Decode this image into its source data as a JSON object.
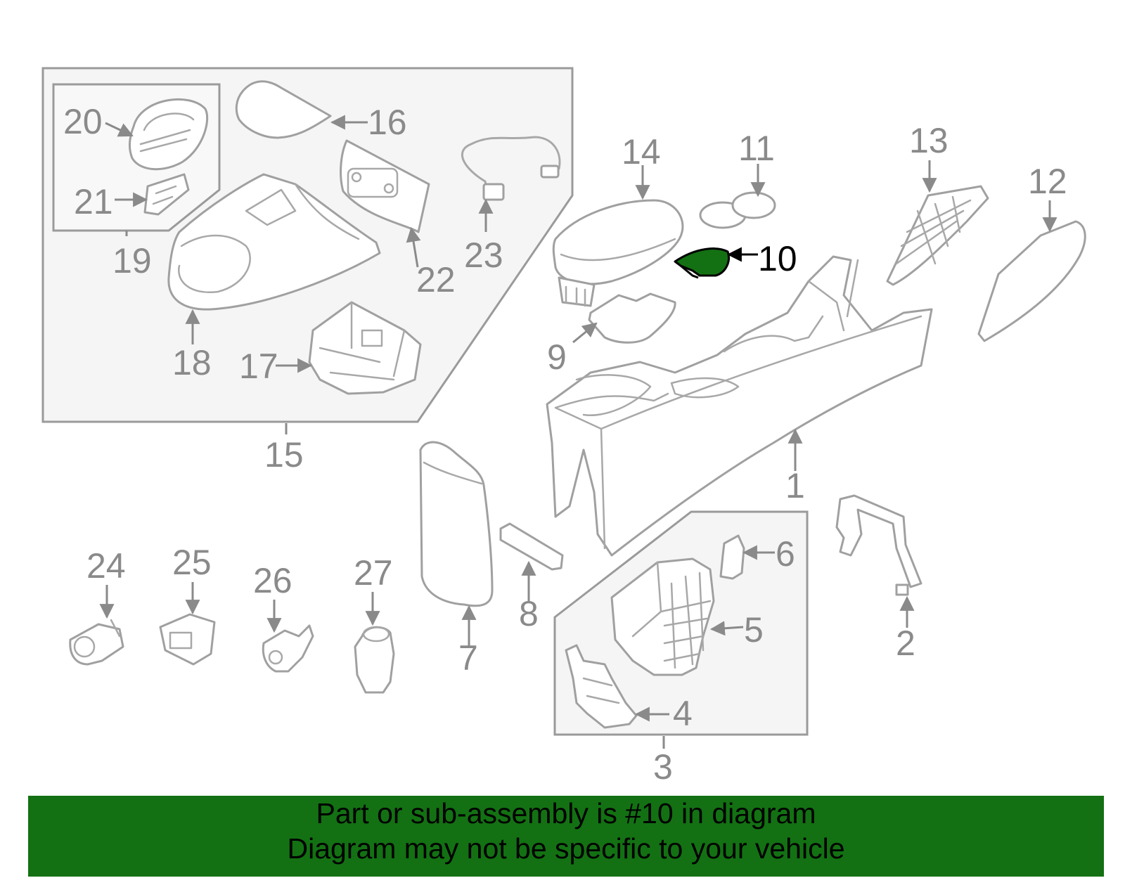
{
  "callouts": {
    "n1": "1",
    "n2": "2",
    "n3": "3",
    "n4": "4",
    "n5": "5",
    "n6": "6",
    "n7": "7",
    "n8": "8",
    "n9": "9",
    "n10": "10",
    "n11": "11",
    "n12": "12",
    "n13": "13",
    "n14": "14",
    "n15": "15",
    "n16": "16",
    "n17": "17",
    "n18": "18",
    "n19": "19",
    "n20": "20",
    "n21": "21",
    "n22": "22",
    "n23": "23",
    "n24": "24",
    "n25": "25",
    "n26": "26",
    "n27": "27"
  },
  "highlighted_part": "10",
  "colors": {
    "highlight": "#137113",
    "banner_background": "#137113",
    "line_gray": "#a0a0a0",
    "panel_fill": "#f5f5f5"
  },
  "banner": {
    "line1": "Part or sub-assembly is #10 in diagram",
    "line2": "Diagram may not be specific to your vehicle"
  }
}
